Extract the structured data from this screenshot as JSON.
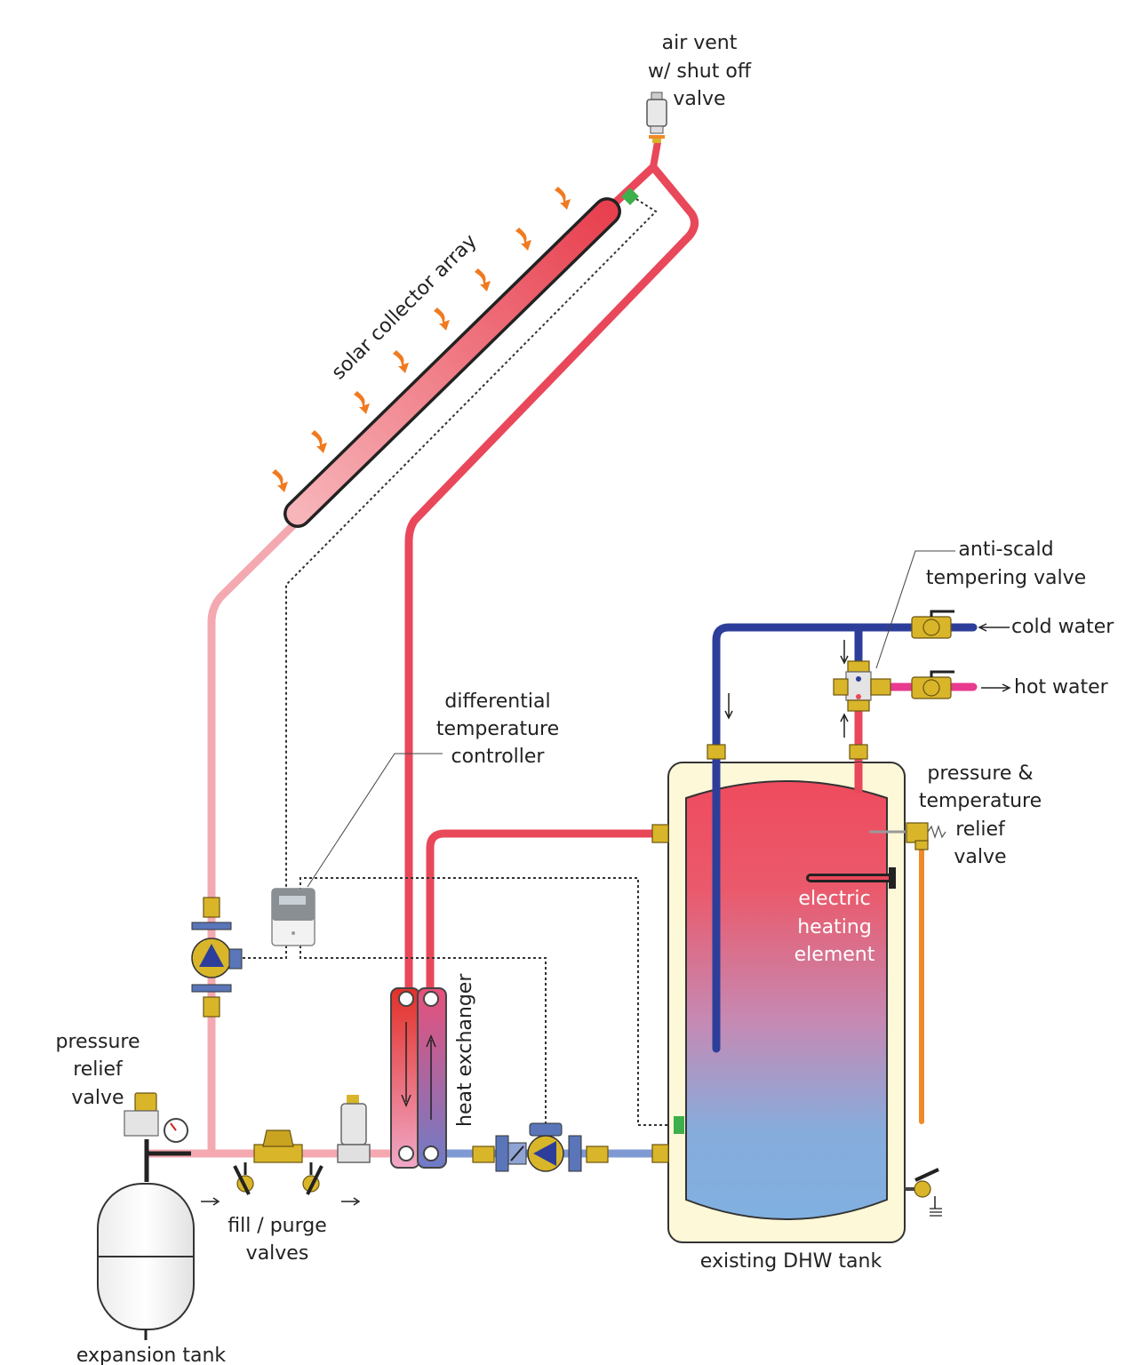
{
  "labels": {
    "air_vent": [
      "air vent",
      "w/ shut off",
      "valve"
    ],
    "solar_collector": "solar collector array",
    "anti_scald": [
      "anti-scald",
      "tempering valve"
    ],
    "cold_water": "cold water",
    "hot_water": "hot water",
    "controller": [
      "differential",
      "temperature",
      "controller"
    ],
    "pt_relief": [
      "pressure &",
      "temperature",
      "relief",
      "valve"
    ],
    "heating_element": [
      "electric",
      "heating",
      "element"
    ],
    "heat_exchanger": "heat exchanger",
    "pressure_relief": [
      "pressure",
      "relief",
      "valve"
    ],
    "fill_purge": [
      "fill / purge",
      "valves"
    ],
    "dhw_tank": "existing DHW tank",
    "expansion_tank": "expansion tank"
  },
  "colors": {
    "hot_pipe": "#e8485a",
    "warm_pipe": "#f4a9b1",
    "cold_pipe": "#2c3e9a",
    "cool_pipe": "#7f9ad3",
    "mixed_pipe": "#e83a8e",
    "relief_pipe": "#f08a28",
    "brass": "#d9b52a",
    "tank_jacket": "#fdf8d8",
    "sensor": "#3db04b",
    "pump_body": "#5a76b8",
    "sun_arrow": "#f07a20"
  }
}
